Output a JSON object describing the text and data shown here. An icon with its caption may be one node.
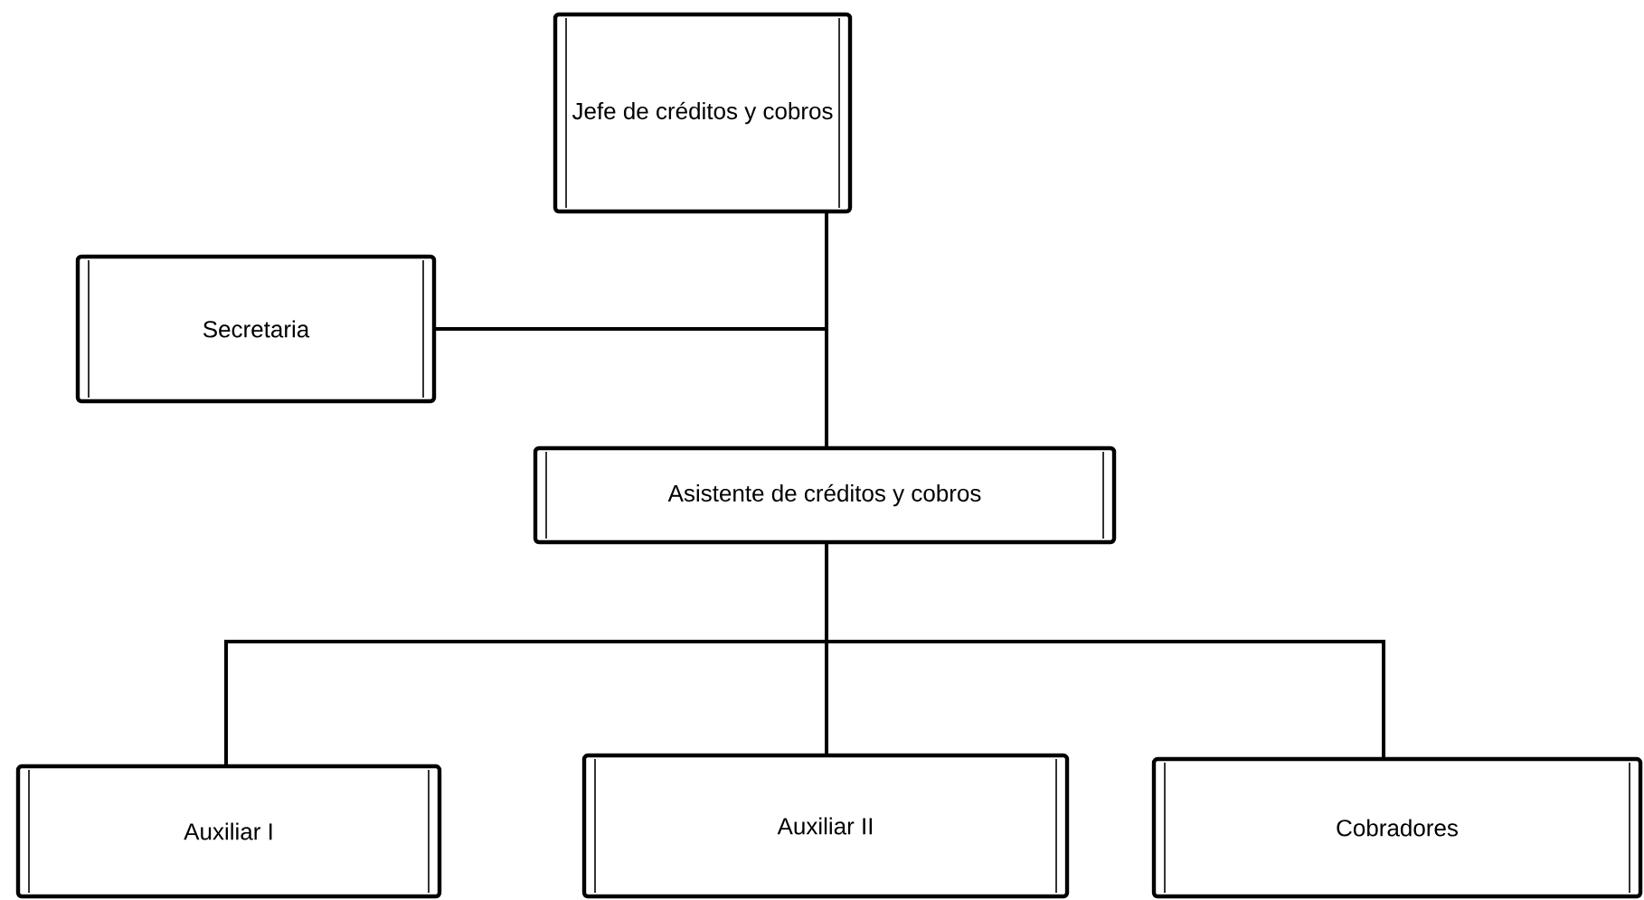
{
  "diagram": {
    "nodes": [
      {
        "text": [
          "Jefe de créditos y cobros"
        ]
      },
      {
        "text": [
          "Secretaria"
        ]
      },
      {
        "text": [
          "Asistente de créditos y cobros"
        ]
      },
      {
        "text": [
          "Auxiliar I"
        ]
      },
      {
        "text": [
          "Auxiliar II"
        ]
      },
      {
        "text": [
          "Cobradores"
        ]
      }
    ],
    "edges": [
      {
        "from": 0,
        "to": 2,
        "arrow": "none"
      },
      {
        "from": 0,
        "to": 1,
        "arrow": "none"
      },
      {
        "from": 2,
        "to": 3,
        "arrow": "none"
      },
      {
        "from": 2,
        "to": 4,
        "arrow": "none"
      },
      {
        "from": 2,
        "to": 5,
        "arrow": "none"
      }
    ]
  }
}
